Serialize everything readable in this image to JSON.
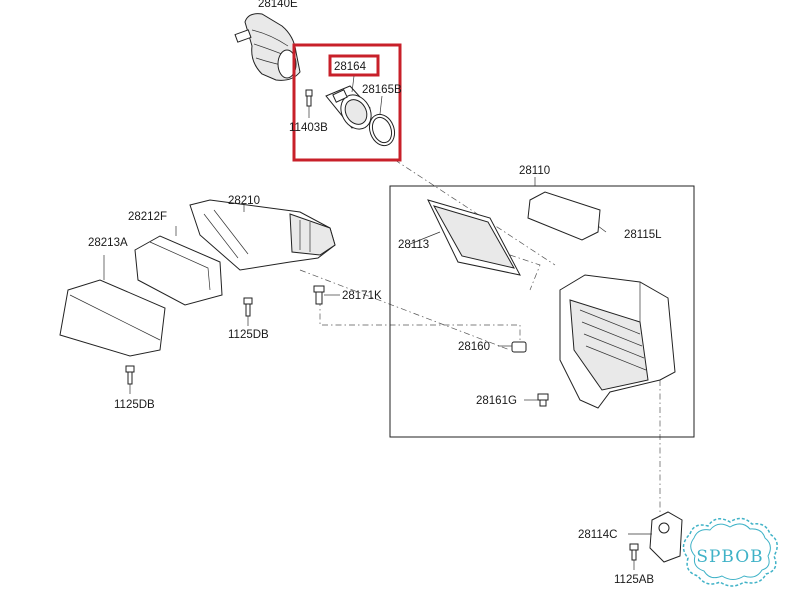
{
  "diagram": {
    "part_numbers": {
      "p28140E": "28140E",
      "p28164": "28164",
      "p28165B": "28165B",
      "p11403B": "11403B",
      "p28110": "28110",
      "p28210": "28210",
      "p28212F": "28212F",
      "p28213A": "28213A",
      "p28113": "28113",
      "p28115L": "28115L",
      "p28171K": "28171K",
      "p1125DB_a": "1125DB",
      "p1125DB_b": "1125DB",
      "p28160": "28160",
      "p28161G": "28161G",
      "p28114C": "28114C",
      "p1125AB": "1125AB"
    },
    "highlight_color": "#c8202a"
  },
  "watermark": {
    "text": "SPBOB",
    "color": "#3fb2c7"
  }
}
